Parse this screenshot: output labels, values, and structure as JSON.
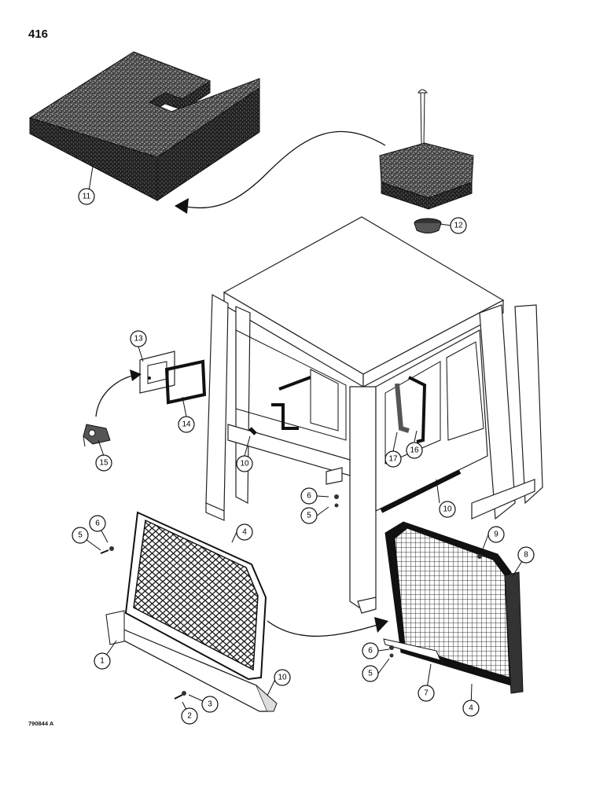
{
  "page_number": "416",
  "figure_code": "790844 A",
  "callouts": [
    {
      "id": "c1",
      "label": "1"
    },
    {
      "id": "c2",
      "label": "2"
    },
    {
      "id": "c3",
      "label": "3"
    },
    {
      "id": "c4a",
      "label": "4"
    },
    {
      "id": "c4b",
      "label": "4"
    },
    {
      "id": "c5a",
      "label": "5"
    },
    {
      "id": "c5b",
      "label": "5"
    },
    {
      "id": "c5c",
      "label": "5"
    },
    {
      "id": "c6a",
      "label": "6"
    },
    {
      "id": "c6b",
      "label": "6"
    },
    {
      "id": "c6c",
      "label": "6"
    },
    {
      "id": "c7",
      "label": "7"
    },
    {
      "id": "c8",
      "label": "8"
    },
    {
      "id": "c9",
      "label": "9"
    },
    {
      "id": "c10a",
      "label": "10"
    },
    {
      "id": "c10b",
      "label": "10"
    },
    {
      "id": "c10c",
      "label": "10"
    },
    {
      "id": "c11",
      "label": "11"
    },
    {
      "id": "c12",
      "label": "12"
    },
    {
      "id": "c13",
      "label": "13"
    },
    {
      "id": "c14",
      "label": "14"
    },
    {
      "id": "c15",
      "label": "15"
    },
    {
      "id": "c16",
      "label": "16"
    },
    {
      "id": "c17",
      "label": "17"
    }
  ]
}
